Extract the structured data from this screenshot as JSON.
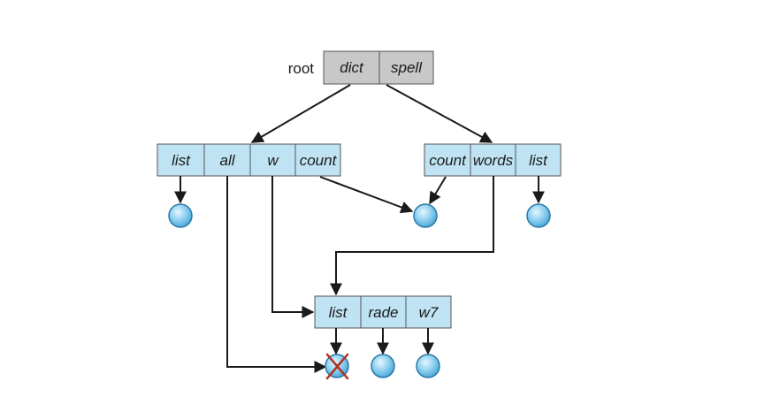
{
  "root": {
    "label": "root",
    "cells": [
      "dict",
      "spell"
    ],
    "fill": "#c8c8c8"
  },
  "dict_dir": {
    "cells": [
      "list",
      "all",
      "w",
      "count"
    ],
    "fill": "#bfe3f2"
  },
  "spell_dir": {
    "cells": [
      "count",
      "words",
      "list"
    ],
    "fill": "#bfe3f2"
  },
  "sub_dir": {
    "cells": [
      "list",
      "rade",
      "w7"
    ],
    "fill": "#bfe3f2"
  },
  "colors": {
    "file_node": "#8fd0f0",
    "file_node_edge": "#2a78a8",
    "line": "#1a1a1a",
    "deleted_mark": "#b03020"
  }
}
